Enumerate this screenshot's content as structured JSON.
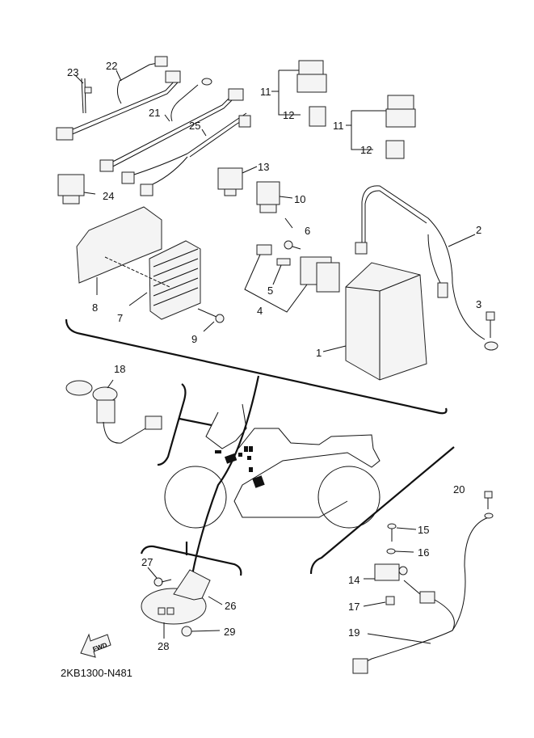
{
  "diagram": {
    "title_code": "2KB1300-N481",
    "fwd_label": "FWD",
    "colors": {
      "line": "#111111",
      "part_fill": "#f4f4f4",
      "background": "#ffffff"
    },
    "callouts": [
      {
        "id": "1",
        "part": "battery"
      },
      {
        "id": "2",
        "part": "battery-cable"
      },
      {
        "id": "3",
        "part": "bolt"
      },
      {
        "id": "4",
        "part": "starter-relay-assembly"
      },
      {
        "id": "5",
        "part": "fuse"
      },
      {
        "id": "6",
        "part": "bolt"
      },
      {
        "id": "7",
        "part": "rectifier-regulator"
      },
      {
        "id": "8",
        "part": "cover"
      },
      {
        "id": "9",
        "part": "bolt"
      },
      {
        "id": "10",
        "part": "relay"
      },
      {
        "id": "11a",
        "label": "11",
        "part": "relay-assembly"
      },
      {
        "id": "12a",
        "label": "12",
        "part": "relay-cover"
      },
      {
        "id": "11b",
        "label": "11",
        "part": "relay-assembly"
      },
      {
        "id": "12b",
        "label": "12",
        "part": "relay-cover"
      },
      {
        "id": "13",
        "part": "relay"
      },
      {
        "id": "14",
        "part": "sensor"
      },
      {
        "id": "15",
        "part": "screw"
      },
      {
        "id": "16",
        "part": "washer"
      },
      {
        "id": "17",
        "part": "collar"
      },
      {
        "id": "18",
        "part": "socket"
      },
      {
        "id": "19",
        "part": "lead"
      },
      {
        "id": "20",
        "part": "screw"
      },
      {
        "id": "21",
        "part": "wire-harness"
      },
      {
        "id": "22",
        "part": "wire-harness"
      },
      {
        "id": "23",
        "part": "band"
      },
      {
        "id": "24",
        "part": "relay"
      },
      {
        "id": "25",
        "part": "wire-harness"
      },
      {
        "id": "26",
        "part": "bracket"
      },
      {
        "id": "27",
        "part": "bolt"
      },
      {
        "id": "28",
        "part": "horn"
      },
      {
        "id": "29",
        "part": "nut"
      }
    ]
  }
}
